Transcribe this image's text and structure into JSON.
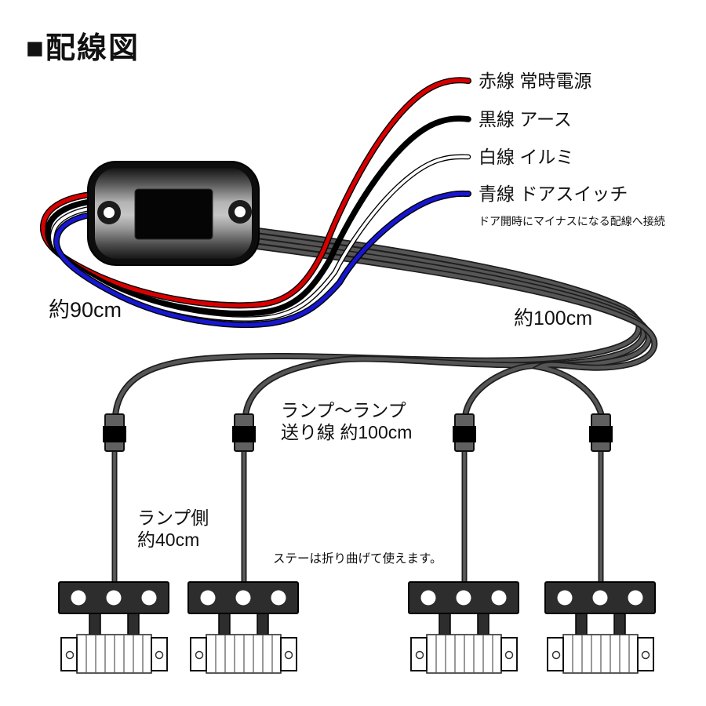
{
  "title": "■配線図",
  "wires": [
    {
      "name": "red-wire",
      "label": "赤線 常時電源",
      "color": "#d80000"
    },
    {
      "name": "black-wire",
      "label": "黒線 アース",
      "color": "#000000"
    },
    {
      "name": "white-wire",
      "label": "白線 イルミ",
      "color": "#ffffff"
    },
    {
      "name": "blue-wire",
      "label": "青線 ドアスイッチ",
      "color": "#1717d0",
      "note": "ドア開時にマイナスになる配線へ接続"
    }
  ],
  "measurements": {
    "controller_harness": "約90cm",
    "trunk_cable": "約100cm",
    "feed_line_line1": "ランプ〜ランプ",
    "feed_line_line2": "送り線 約100cm",
    "lamp_side_line1": "ランプ側",
    "lamp_side_line2": "約40cm"
  },
  "notes": {
    "stay": "ステーは折り曲げて使えます。"
  },
  "lamp_count": 4,
  "cable_color": "#565656"
}
